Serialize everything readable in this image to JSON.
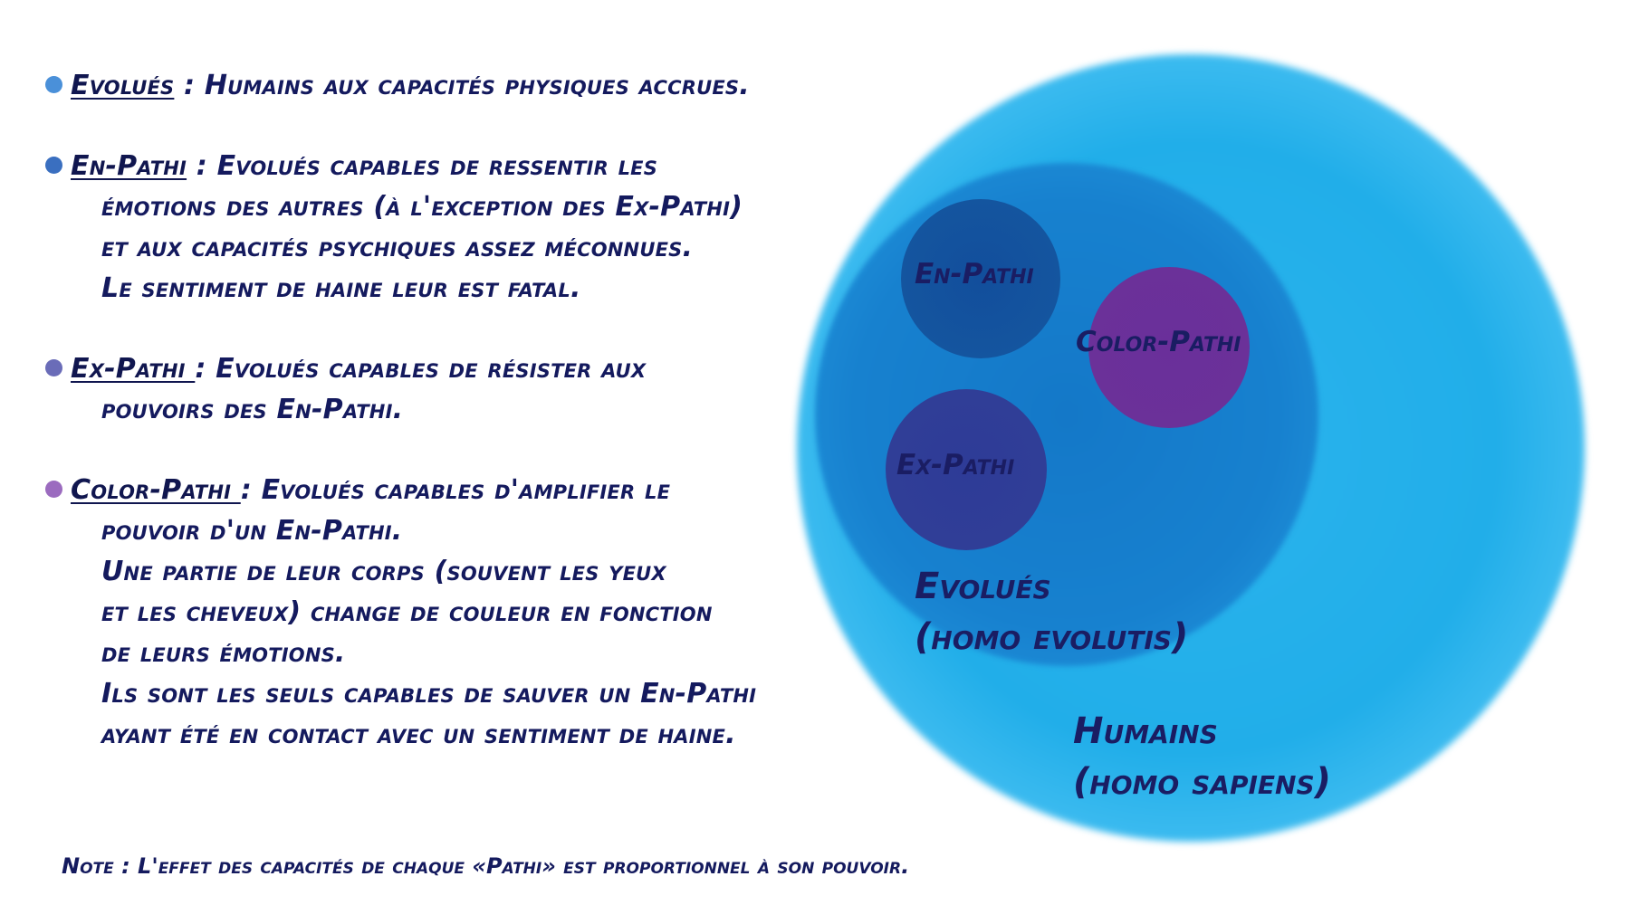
{
  "colors": {
    "text": "#141a5e",
    "humains": "#21aee9",
    "evolues": "#1478c8",
    "en_pathi": "#14559f",
    "ex_pathi": "#303e97",
    "color_pathi": "#6b3199",
    "bullet_evolues": "#4a90d9",
    "bullet_en_pathi": "#3a6fc0",
    "bullet_ex_pathi": "#6a6cb8",
    "bullet_color_pathi": "#9b6bbf"
  },
  "legend": {
    "entries": [
      {
        "term": "Evolués",
        "lines": [
          " : Humains aux capacités physiques accrues."
        ]
      },
      {
        "term": "En-Pathi",
        "lines": [
          " : Evolués capables de ressentir les",
          "émotions des autres (à l'exception des Ex-Pathi)",
          "et aux capacités psychiques assez méconnues.",
          "Le sentiment de haine leur est fatal."
        ]
      },
      {
        "term": "Ex-Pathi ",
        "lines": [
          ": Evolués capables de résister aux",
          "pouvoirs des En-Pathi."
        ]
      },
      {
        "term": "Color-Pathi ",
        "lines": [
          ": Evolués capables d'amplifier le",
          "pouvoir d'un En-Pathi.",
          "Une partie de leur corps (souvent les yeux",
          "et les cheveux) change de couleur en fonction",
          "de leurs émotions.",
          "Ils sont les seuls capables de sauver un En-Pathi",
          "ayant été en contact avec un sentiment de haine."
        ]
      }
    ]
  },
  "note": "Note : L'effet des capacités de chaque «Pathi» est proportionnel à son pouvoir.",
  "diagram": {
    "en_pathi_label": "En-Pathi",
    "ex_pathi_label": "Ex-Pathi",
    "color_pathi_label": "Color-Pathi",
    "evolues_label": [
      "Evolués",
      "(homo evolutis)"
    ],
    "humains_label": [
      "Humains",
      "(homo sapiens)"
    ]
  }
}
